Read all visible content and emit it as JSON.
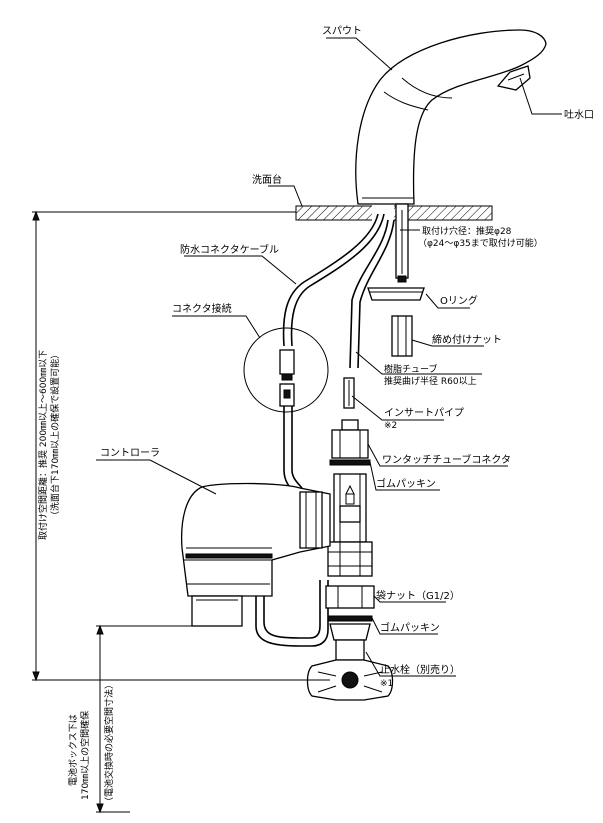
{
  "labels": {
    "spout": "スパウト",
    "outlet": "吐水口",
    "counter": "洗面台",
    "mount_hole_1": "取付け穴径：推奨φ28",
    "mount_hole_2": "（φ24～φ35まで取付け可能）",
    "cable": "防水コネクタケーブル",
    "o_ring": "Oリング",
    "connector_joint": "コネクタ接続",
    "fastening_nut": "締め付けナット",
    "resin_tube_1": "樹脂チューブ",
    "resin_tube_2": "推奨曲げ半径 R60以上",
    "insert_pipe": "インサートパイプ",
    "note_2": "※2",
    "controller": "コントローラ",
    "one_touch": "ワンタッチチューブコネクタ",
    "rubber_packing_1": "ゴムパッキン",
    "bag_nut": "袋ナット（G1/2）",
    "rubber_packing_2": "ゴムパッキン",
    "stop_valve": "止水栓（別売り）",
    "note_1": "※1",
    "vertical_dim_1": "取付け空間距離：推奨 200㎜以上～600㎜以下",
    "vertical_dim_2": "（洗面台下170㎜以上の確保で設置可能）",
    "battery_1": "電池ボックス下は",
    "battery_2": "170㎜以上の空間確保",
    "battery_3": "（電池交換時の必要空間寸法）"
  }
}
